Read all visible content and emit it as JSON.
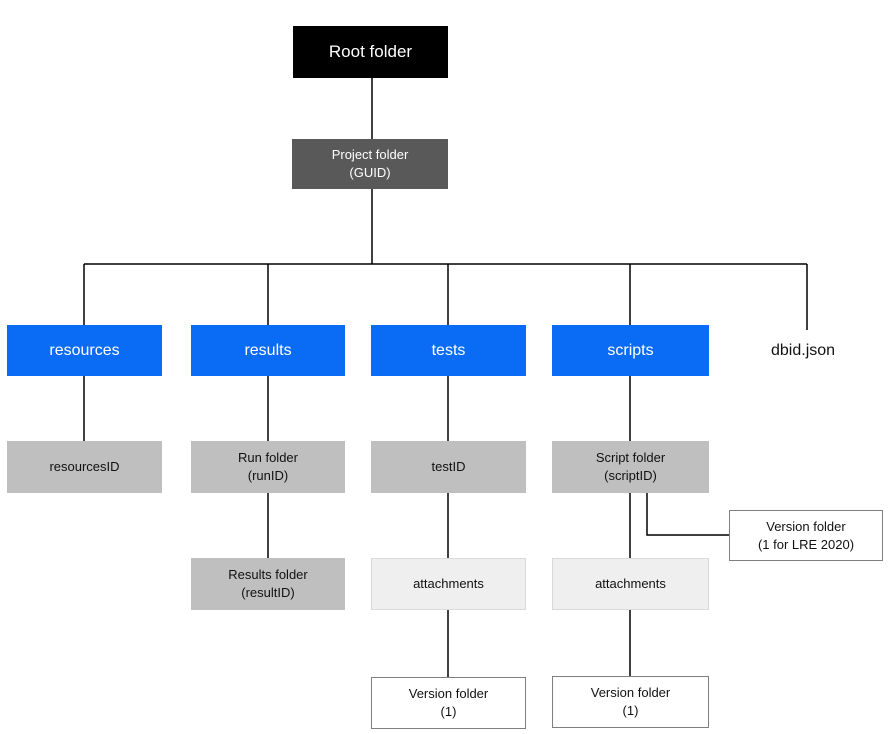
{
  "diagram": {
    "root": "Root folder",
    "project": "Project folder\n(GUID)",
    "resources": {
      "label": "resources",
      "child": "resourcesID"
    },
    "results": {
      "label": "results",
      "child": "Run folder\n(runID)",
      "grandchild": "Results folder\n(resultID)"
    },
    "tests": {
      "label": "tests",
      "child": "testID",
      "grandchild": "attachments",
      "great_grandchild": "Version folder\n(1)"
    },
    "scripts": {
      "label": "scripts",
      "child": "Script folder\n(scriptID)",
      "side": "Version folder\n(1 for LRE 2020)",
      "grandchild": "attachments",
      "great_grandchild": "Version folder\n(1)"
    },
    "dbid_file": "dbid.json"
  },
  "colors": {
    "root": "#000000",
    "project": "#595959",
    "category": "#0a6cf5",
    "id_folder": "#bfbfbf",
    "attachments": "#efefef",
    "version": "#ffffff",
    "connector": "#000000"
  }
}
